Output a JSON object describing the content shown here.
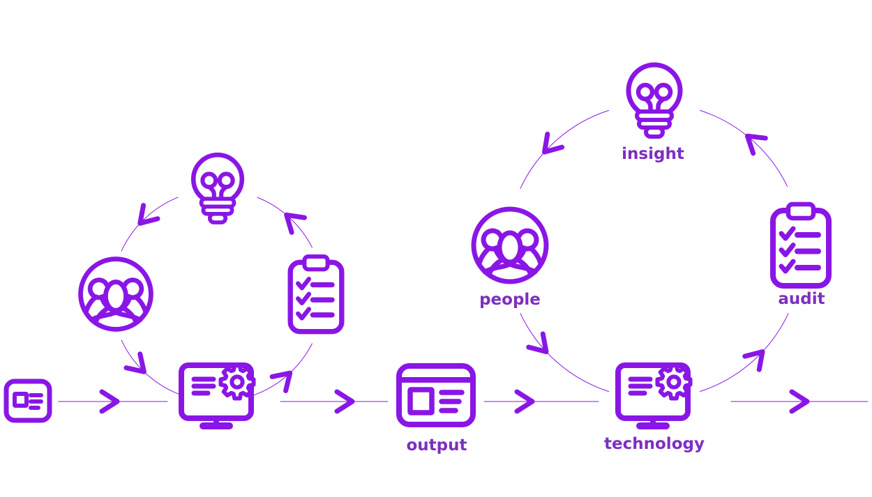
{
  "colors": {
    "accent": "#8a16e6",
    "label": "#7d2fc0",
    "background": "#ffffff"
  },
  "left_cycle": {
    "nodes": [
      {
        "icon": "lightbulb-icon",
        "label": ""
      },
      {
        "icon": "people-group-icon",
        "label": ""
      },
      {
        "icon": "checklist-clipboard-icon",
        "label": ""
      },
      {
        "icon": "monitor-gear-icon",
        "label": ""
      }
    ]
  },
  "right_cycle": {
    "nodes": [
      {
        "icon": "lightbulb-icon",
        "label": "insight"
      },
      {
        "icon": "people-group-icon",
        "label": "people"
      },
      {
        "icon": "checklist-clipboard-icon",
        "label": "audit"
      },
      {
        "icon": "monitor-gear-icon",
        "label": "technology"
      }
    ]
  },
  "flow": {
    "items": [
      {
        "icon": "id-card-icon",
        "label": ""
      },
      {
        "icon": "monitor-gear-icon",
        "label": ""
      },
      {
        "icon": "browser-window-icon",
        "label": "output"
      },
      {
        "icon": "monitor-gear-icon",
        "label": "technology"
      }
    ]
  }
}
